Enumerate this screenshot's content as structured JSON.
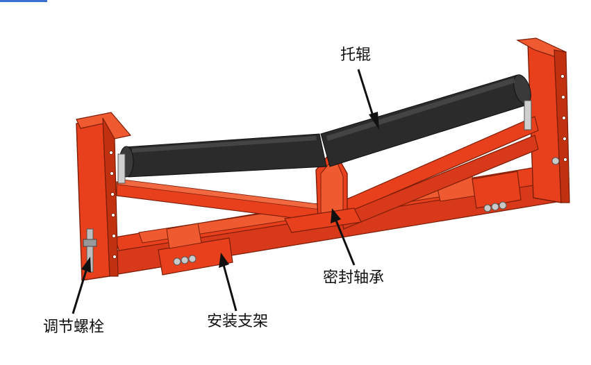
{
  "labels": {
    "idler_roller": "托辊",
    "sealed_bearing": "密封轴承",
    "mounting_bracket": "安装支架",
    "adjusting_bolt": "调节螺栓"
  },
  "colors": {
    "frame_red": "#e8401c",
    "frame_dark": "#b82c10",
    "roller_black": "#2b2b2b",
    "accent_blue": "#3a6fd0"
  }
}
